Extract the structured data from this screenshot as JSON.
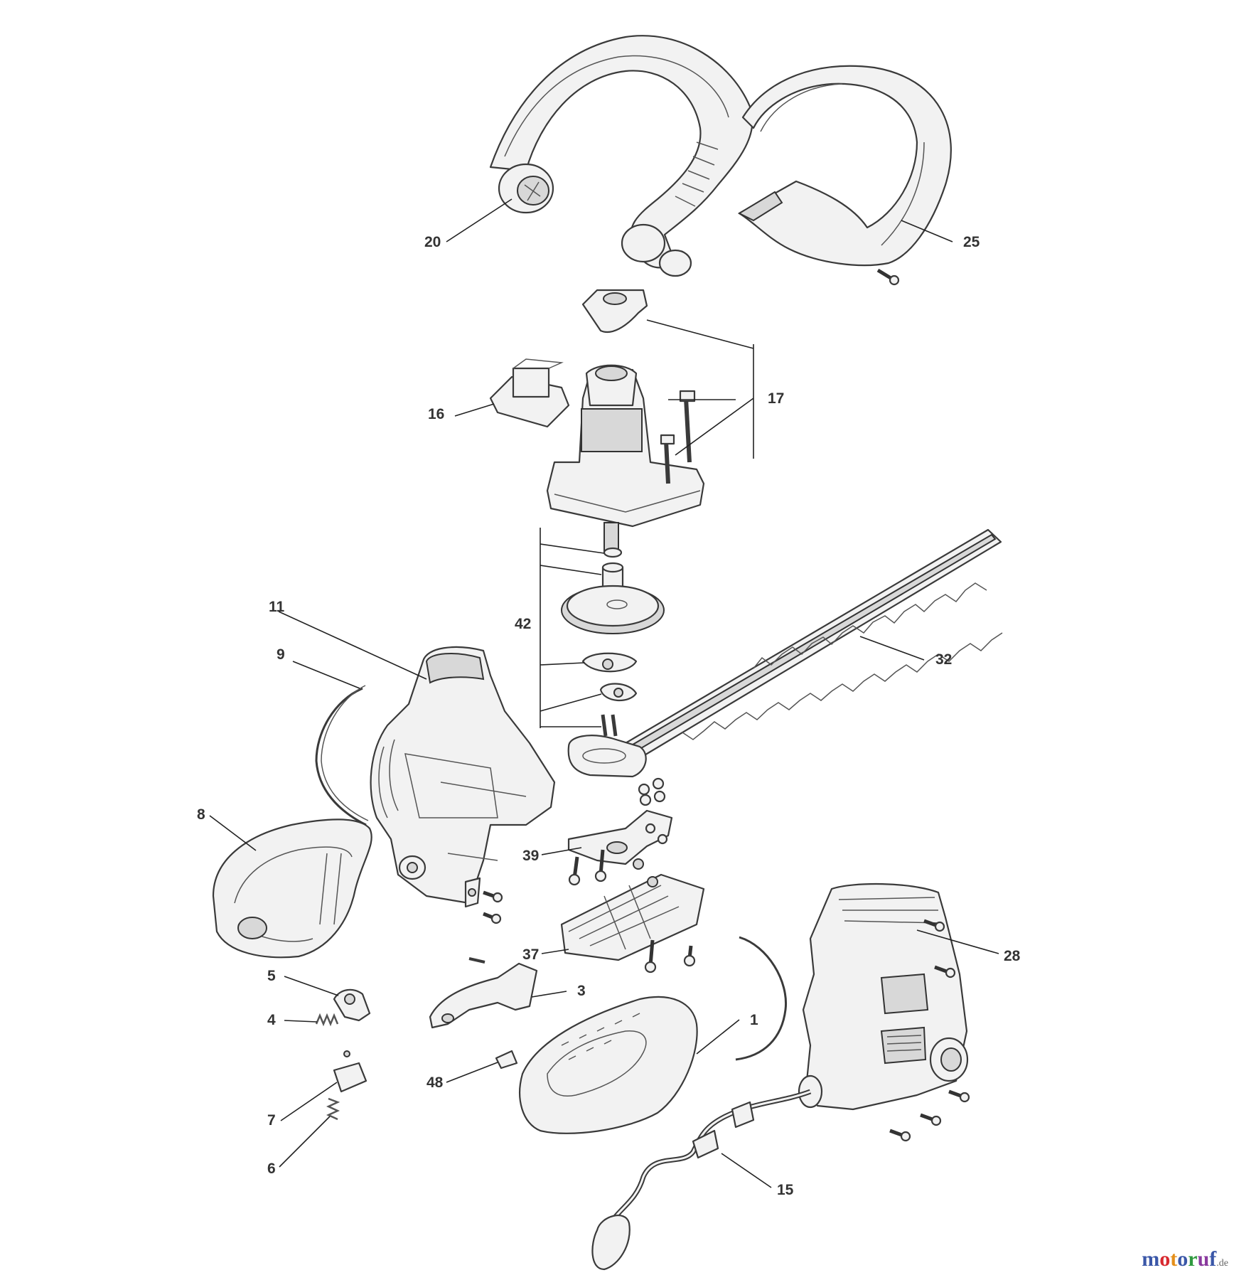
{
  "diagram": {
    "callouts": [
      "20",
      "25",
      "16",
      "17",
      "42",
      "11",
      "9",
      "32",
      "8",
      "39",
      "37",
      "28",
      "5",
      "3",
      "4",
      "1",
      "7",
      "48",
      "6",
      "15"
    ]
  },
  "logo": {
    "letters": [
      "m",
      "o",
      "t",
      "o",
      "r",
      "u",
      "f"
    ],
    "colors": [
      "#3a57a8",
      "#d8282f",
      "#e58f1a",
      "#3a57a8",
      "#2f9a3f",
      "#8a3a9e",
      "#3a57a8"
    ],
    "suffix": ".de"
  }
}
